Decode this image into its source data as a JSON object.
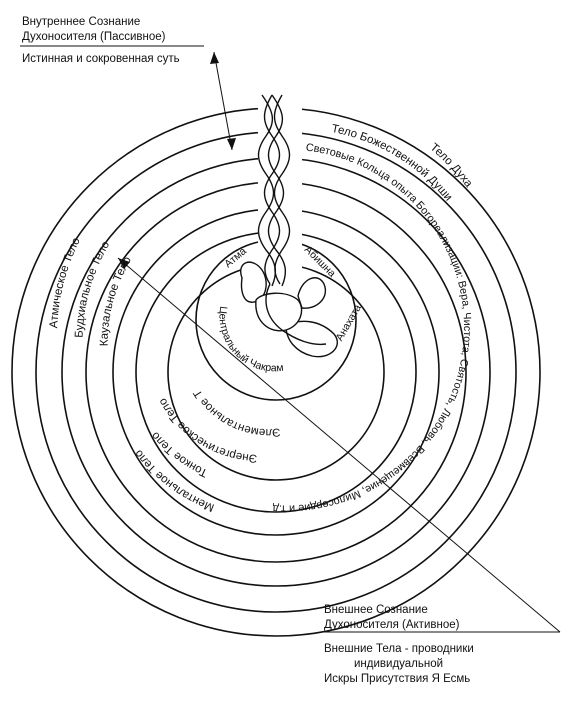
{
  "inner_consciousness": {
    "title_line1": "Внутреннее Сознание",
    "title_line2": "Духоносителя (Пассивное)",
    "subtitle": "Истинная и сокровенная суть"
  },
  "outer_consciousness": {
    "title_line1": "Внешнее Сознание",
    "title_line2": "Духоносителя (Активное)",
    "desc_line1": "Внешние Тела - проводники",
    "desc_line2": "индивидуальной",
    "desc_line3": "Искры Присутствия Я Есмь"
  },
  "rings_right": {
    "body_of_spirit": "Тело Духа",
    "body_of_divine_soul": "Тело Божественной Души",
    "light_rings": "Световые Кольца опыта Богореализации: Вера, Чистота, Святость, Любовь, Всевмещение, Милосердие и т.д."
  },
  "rings_left": {
    "atmic": "Атмическое Тело",
    "buddhic": "Будхиальное Тело",
    "causal": "Каузальное Тело"
  },
  "rings_lower": {
    "mental": "Ментальное Тело",
    "subtle": "Тонкое Тело",
    "energetic": "Энергетическое Тело",
    "elemental": "Элементальное Тело"
  },
  "chakras": {
    "atma": "Атма",
    "abishna": "Абишна",
    "anahata": "Анахата",
    "central": "Центральный Чакрам"
  }
}
